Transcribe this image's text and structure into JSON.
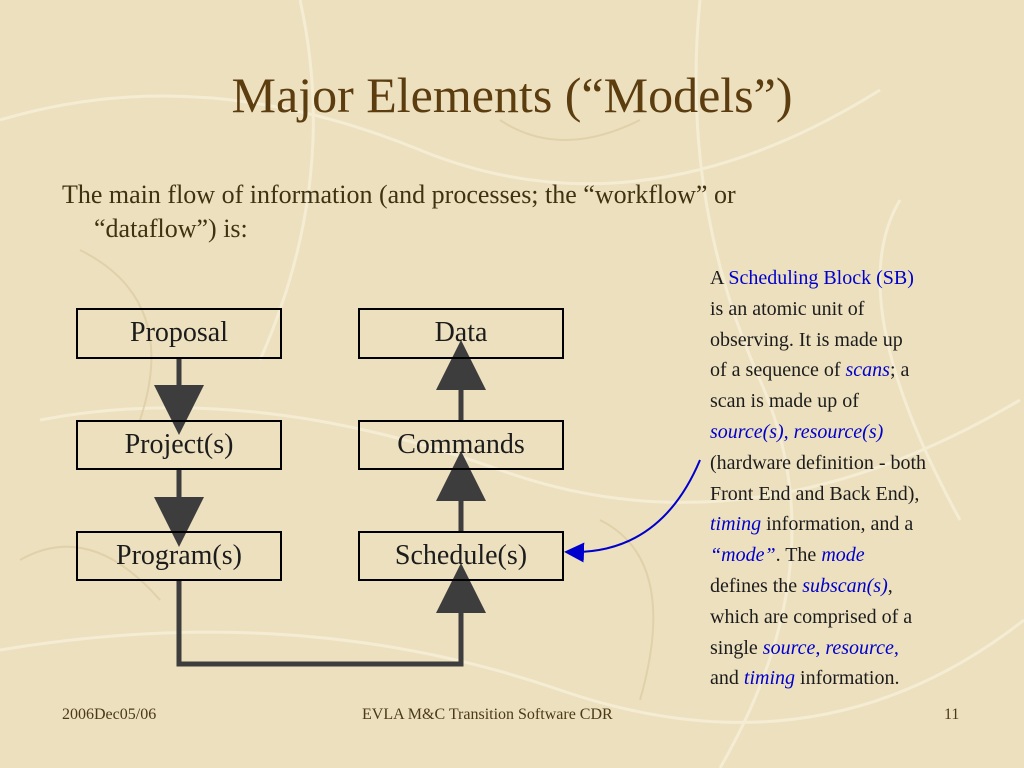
{
  "slide": {
    "title": "Major Elements (“Models”)",
    "intro_line1": "The main flow of information (and processes; the “workflow” or",
    "intro_line2": "“dataflow”) is:"
  },
  "diagram": {
    "boxes": {
      "proposal": "Proposal",
      "projects": "Project(s)",
      "programs": "Program(s)",
      "data": "Data",
      "commands": "Commands",
      "schedules": "Schedule(s)"
    }
  },
  "annotation": {
    "a": "A ",
    "sb": "Scheduling Block (SB)",
    "t1": "is an atomic unit of",
    "t2": "observing.  It is made up",
    "t3": "of a sequence of ",
    "scans": "scans",
    "t3b": "; a",
    "t4": "scan is made up of",
    "sources": "source(s), resource(s)",
    "t5": "(hardware definition - both",
    "t6": "Front End and Back End),",
    "timing1": "timing",
    "t7": " information, and a",
    "mode1": "“mode”",
    "t8": ".  The ",
    "mode2": "mode",
    "t9": "defines the ",
    "subscans": "subscan(s)",
    "t9b": ",",
    "t10": "which are comprised of a",
    "t11": "single ",
    "srcres": "source, resource,",
    "t12": "and ",
    "timing2": "timing",
    "t12b": " information."
  },
  "footer": {
    "date": "2006Dec05/06",
    "center": "EVLA M&C Transition Software CDR",
    "page": "11"
  },
  "colors": {
    "background": "#ede0bf",
    "title": "#5c3d10",
    "highlight": "#0000cc",
    "connector": "#3d3d3d"
  }
}
